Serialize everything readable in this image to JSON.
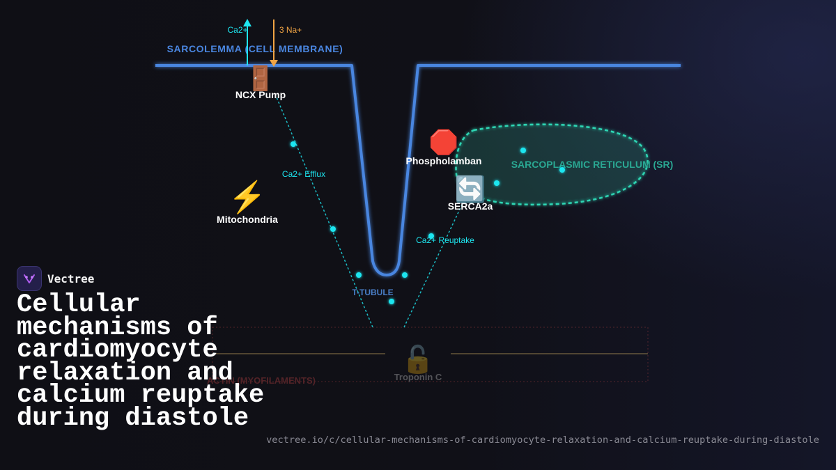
{
  "diagram": {
    "membrane_label": "SARCOLEMMA (CELL MEMBRANE)",
    "ca_out_label": "Ca2+",
    "na_in_label": "3 Na+",
    "ncx_label": "NCX Pump",
    "ncx_icon": "door-icon",
    "efflux_label": "Ca2+ Efflux",
    "mito_label": "Mitochondria",
    "mito_icon": "lightning-icon",
    "plb_label": "Phospholamban",
    "plb_icon": "stop-sign-icon",
    "serca_label": "SERCA2a",
    "serca_icon": "cycle-arrows-icon",
    "sr_label": "SARCOPLASMIC RETICULUM (SR)",
    "reuptake_label": "Ca2+ Reuptake",
    "ttubule_label": "T-TUBULE",
    "troponin_label": "Troponin C",
    "troponin_icon": "unlocked-padlock-icon",
    "myofilament_label": "ACTIN (MYOFILAMENTS)",
    "colors": {
      "membrane": "#4a86e0",
      "calcium": "#1ee6f0",
      "sodium": "#f0a444",
      "sr": "#2ed6b4",
      "myofilament": "#d04848"
    }
  },
  "brand": {
    "name": "Vectree",
    "logo_icon": "vectree-logo-icon"
  },
  "title": "Cellular mechanisms of cardiomyocyte relaxation and calcium reuptake during diastole",
  "url": "vectree.io/c/cellular-mechanisms-of-cardiomyocyte-relaxation-and-calcium-reuptake-during-diastole"
}
